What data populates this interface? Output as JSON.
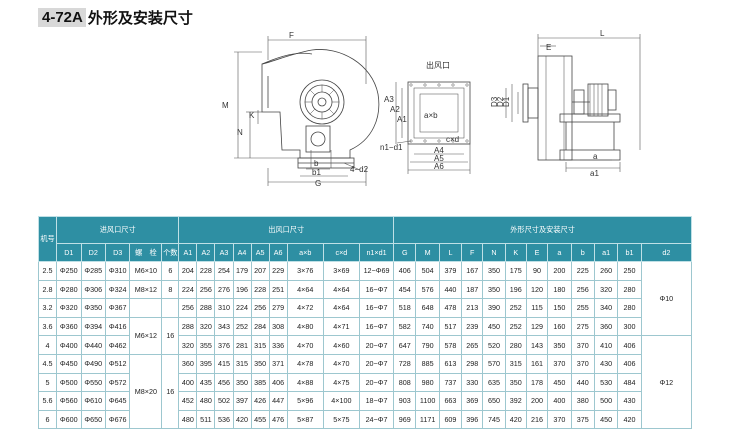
{
  "title": {
    "block": "4-72A",
    "rest": "外形及安装尺寸"
  },
  "drawing_labels": {
    "F": "F",
    "M": "M",
    "N": "N",
    "K": "K",
    "b": "b",
    "b1": "b1",
    "G": "G",
    "d2": "4−d2",
    "outlet_title": "出风口",
    "A3": "A3",
    "A2": "A2",
    "A1": "A1",
    "axb": "a×b",
    "cxd": "c×d",
    "n1d1": "n1−d1",
    "A4": "A4",
    "A5": "A5",
    "A6": "A6",
    "L": "L",
    "E": "E",
    "D3": "D3",
    "D2": "D2",
    "D1": "D1",
    "a": "a",
    "a1": "a1"
  },
  "table": {
    "group_headers": {
      "no": "机号",
      "inlet": "进风口尺寸",
      "outlet": "出风口尺寸",
      "overall": "外形尺寸及安装尺寸"
    },
    "sub_headers": [
      "D1",
      "D2",
      "D3",
      "螺　栓",
      "个数",
      "A1",
      "A2",
      "A3",
      "A4",
      "A5",
      "A6",
      "a×b",
      "c×d",
      "n1×d1",
      "G",
      "M",
      "L",
      "F",
      "N",
      "K",
      "E",
      "a",
      "b",
      "a1",
      "b1",
      "d2"
    ],
    "rows": [
      [
        "2.5",
        "Φ250",
        "Φ285",
        "Φ310",
        "M6×10",
        "6",
        "204",
        "228",
        "254",
        "179",
        "207",
        "229",
        "3×76",
        "3×69",
        "12−Φ69",
        "406",
        "504",
        "379",
        "167",
        "350",
        "175",
        "90",
        "200",
        "225",
        "260",
        "250"
      ],
      [
        "2.8",
        "Φ280",
        "Φ306",
        "Φ324",
        "M8×12",
        "8",
        "224",
        "256",
        "276",
        "196",
        "228",
        "251",
        "4×64",
        "4×64",
        "16−Φ7",
        "454",
        "576",
        "440",
        "187",
        "350",
        "196",
        "120",
        "180",
        "256",
        "320",
        "280"
      ],
      [
        "3.2",
        "Φ320",
        "Φ350",
        "Φ367",
        "",
        "",
        "256",
        "288",
        "310",
        "224",
        "256",
        "279",
        "4×72",
        "4×64",
        "16−Φ7",
        "518",
        "648",
        "478",
        "213",
        "390",
        "252",
        "115",
        "150",
        "255",
        "340",
        "280"
      ],
      [
        "3.6",
        "Φ360",
        "Φ394",
        "Φ416",
        "M6×12",
        "",
        "288",
        "320",
        "343",
        "252",
        "284",
        "308",
        "4×80",
        "4×71",
        "16−Φ7",
        "582",
        "740",
        "517",
        "239",
        "450",
        "252",
        "129",
        "160",
        "275",
        "360",
        "300"
      ],
      [
        "4",
        "Φ400",
        "Φ440",
        "Φ462",
        "",
        "",
        "320",
        "355",
        "376",
        "281",
        "315",
        "336",
        "4×70",
        "4×60",
        "20−Φ7",
        "647",
        "790",
        "578",
        "265",
        "520",
        "280",
        "143",
        "350",
        "370",
        "410",
        "406"
      ],
      [
        "4.5",
        "Φ450",
        "Φ490",
        "Φ512",
        "",
        "",
        "360",
        "395",
        "415",
        "315",
        "350",
        "371",
        "4×78",
        "4×70",
        "20−Φ7",
        "728",
        "885",
        "613",
        "298",
        "570",
        "315",
        "161",
        "370",
        "370",
        "430",
        "406"
      ],
      [
        "5",
        "Φ500",
        "Φ550",
        "Φ572",
        "M8×20",
        "16",
        "400",
        "435",
        "456",
        "350",
        "385",
        "406",
        "4×88",
        "4×75",
        "20−Φ7",
        "808",
        "980",
        "737",
        "330",
        "635",
        "350",
        "178",
        "450",
        "440",
        "530",
        "484"
      ],
      [
        "5.6",
        "Φ560",
        "Φ610",
        "Φ645",
        "",
        "",
        "452",
        "480",
        "502",
        "397",
        "426",
        "447",
        "5×96",
        "4×100",
        "18−Φ7",
        "903",
        "1100",
        "663",
        "369",
        "650",
        "392",
        "200",
        "400",
        "380",
        "500",
        "430"
      ],
      [
        "6",
        "Φ600",
        "Φ650",
        "Φ676",
        "",
        "",
        "480",
        "511",
        "536",
        "420",
        "455",
        "476",
        "5×87",
        "5×75",
        "24−Φ7",
        "969",
        "1171",
        "609",
        "396",
        "745",
        "420",
        "216",
        "370",
        "375",
        "450",
        "420"
      ]
    ],
    "merged": {
      "bolt_m6x12": "M6×12",
      "bolt_m8x20": "M8×20",
      "qty_16a": "16",
      "qty_16b": "16",
      "d2_phi10": "Φ10",
      "d2_phi12": "Φ12"
    }
  }
}
